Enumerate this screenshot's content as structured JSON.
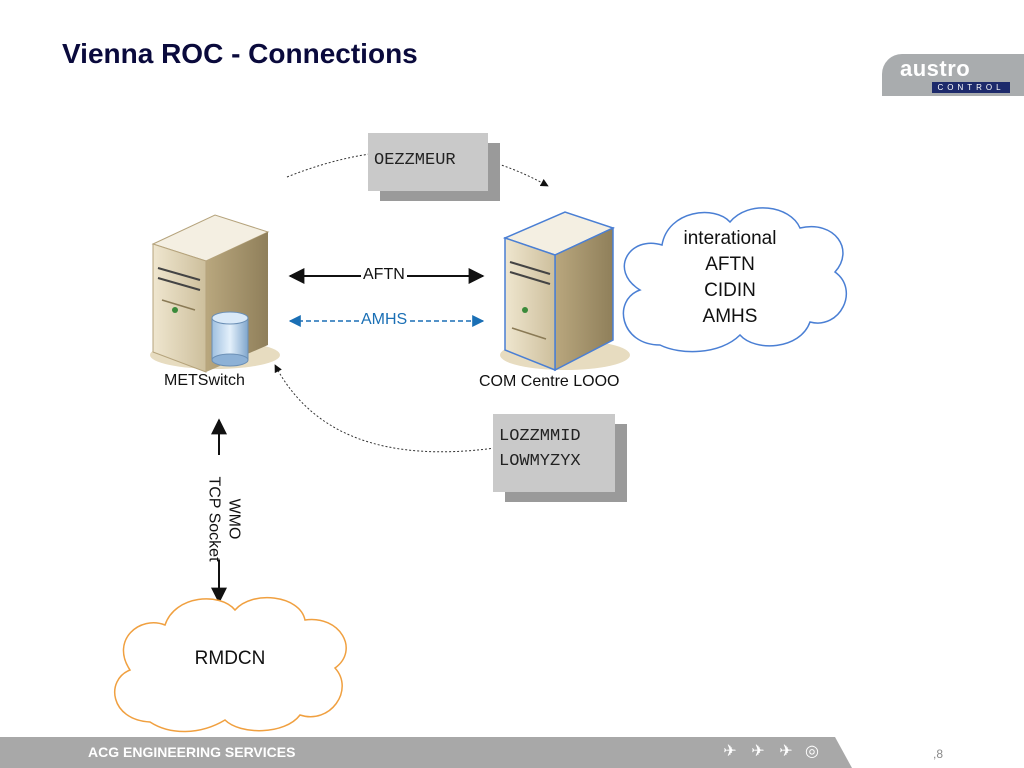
{
  "slide": {
    "title": "Vienna ROC - Connections"
  },
  "logo": {
    "word": "austro",
    "sub": "CONTROL"
  },
  "diagram": {
    "nodes": {
      "metswitch": "METSwitch",
      "com_centre": "COM Centre LOOO"
    },
    "links": {
      "aftn": "AFTN",
      "amhs": "AMHS",
      "wmo": "WMO",
      "tcp": "TCP Socket"
    },
    "boxes": {
      "top": [
        "OEZZMEUR"
      ],
      "bottom": [
        "LOZZMMID",
        "LOWMYZYX"
      ]
    },
    "clouds": {
      "international": [
        "interational",
        "AFTN",
        "CIDIN",
        "AMHS"
      ],
      "rmdcn": "RMDCN"
    },
    "colors": {
      "cloud_outline_blue": "#4a7fd4",
      "cloud_outline_orange": "#f0a040",
      "amhs_blue": "#1a6fb5",
      "title": "#0a0a3c"
    }
  },
  "footer": {
    "text": "ACG ENGINEERING SERVICES",
    "page": ",8",
    "icons": [
      "plane-takeoff-icon",
      "plane-icon",
      "plane-landing-icon",
      "radar-icon"
    ]
  }
}
